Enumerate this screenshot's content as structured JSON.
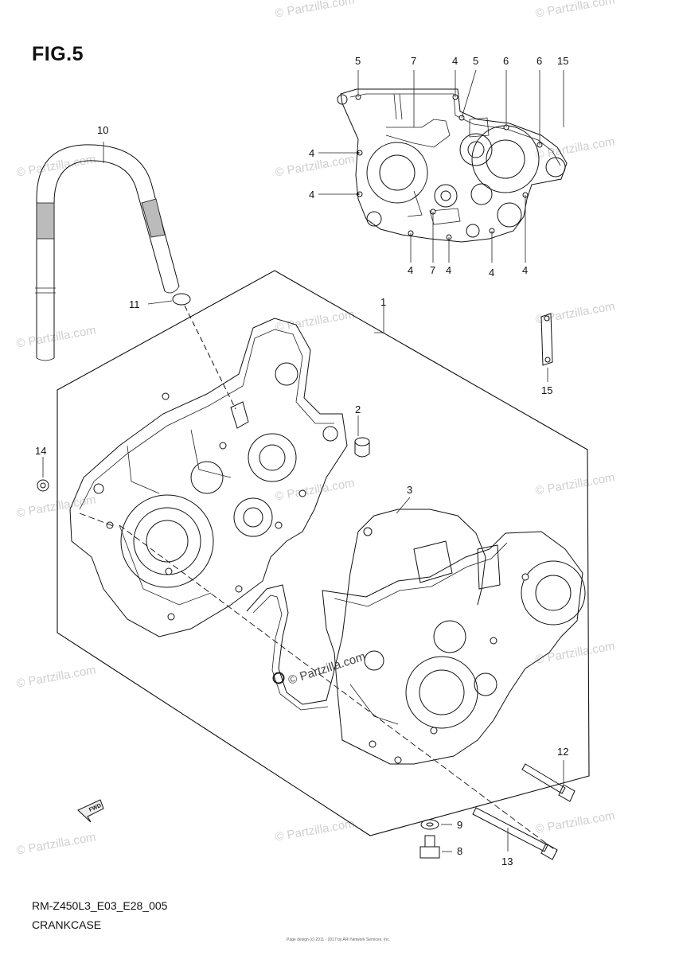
{
  "figure": {
    "title": "FIG.5",
    "model_code": "RM-Z450L3_E03_E28_005",
    "section_name": "CRANKCASE"
  },
  "watermark": "© Partzilla.com",
  "center_stamp": "© Partzilla.com",
  "fwd_label": "FWD",
  "footer_lines": [
    "Page design (c) 2011 - 2017 by ARI Network Services, Inc."
  ],
  "callouts": {
    "c1": "1",
    "c2": "2",
    "c3": "3",
    "c4a": "4",
    "c4b": "4",
    "c4c": "4",
    "c4d": "4",
    "c4e": "4",
    "c4f": "4",
    "c4g": "4",
    "c5a": "5",
    "c5b": "5",
    "c6a": "6",
    "c6b": "6",
    "c7a": "7",
    "c7b": "7",
    "c8": "8",
    "c9": "9",
    "c10": "10",
    "c11": "11",
    "c12": "12",
    "c13": "13",
    "c14": "14",
    "c15a": "15",
    "c15b": "15"
  }
}
